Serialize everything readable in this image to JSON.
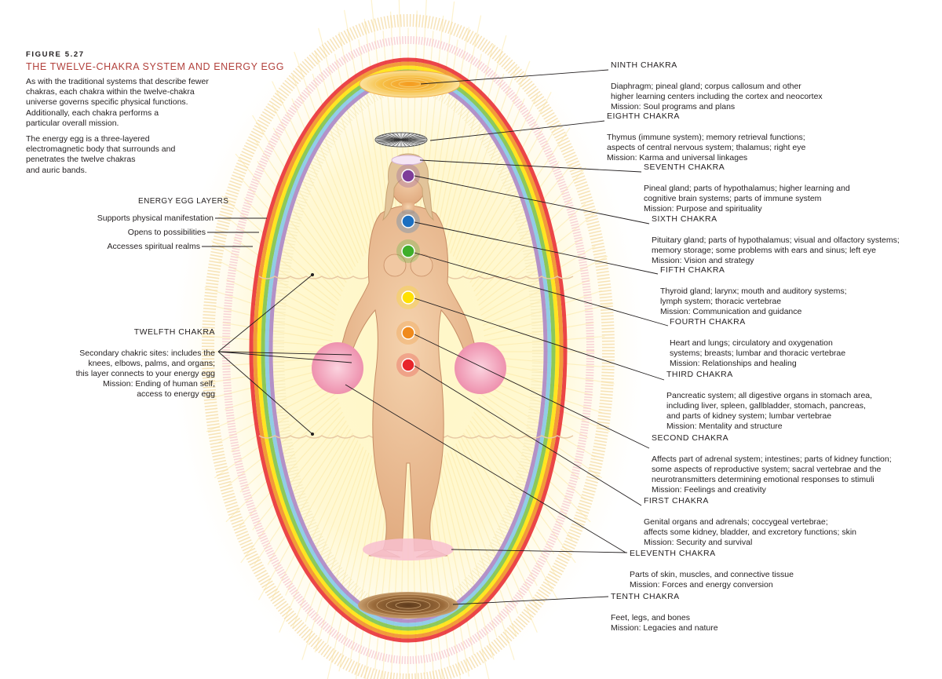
{
  "figure": {
    "label": "FIGURE 5.27",
    "title": "THE TWELVE-CHAKRA SYSTEM AND ENERGY EGG",
    "intro_1": "As with the traditional systems that describe fewer\nchakras, each chakra within the twelve-chakra\nuniverse governs specific physical functions.\nAdditionally, each chakra performs a\nparticular overall mission.",
    "intro_2": "The energy egg is a three-layered\nelectromagnetic body that surrounds and\npenetrates the twelve chakras\nand auric bands."
  },
  "egg_layers": {
    "heading": "ENERGY EGG LAYERS",
    "items": [
      "Supports physical manifestation",
      "Opens to possibilities",
      "Accesses spiritual realms"
    ]
  },
  "chakras": [
    {
      "id": "ninth",
      "title": "NINTH CHAKRA",
      "body": "Diaphragm; pineal gland; corpus callosum and other\nhigher learning centers including the cortex and neocortex\nMission: Soul programs and plans"
    },
    {
      "id": "eighth",
      "title": "EIGHTH CHAKRA",
      "body": "Thymus (immune system); memory retrieval functions;\naspects of central nervous system; thalamus; right eye\nMission: Karma and universal linkages"
    },
    {
      "id": "seventh",
      "title": "SEVENTH CHAKRA",
      "body": "Pineal gland; parts of hypothalamus; higher learning and\ncognitive brain systems; parts of immune system\nMission: Purpose and spirituality"
    },
    {
      "id": "sixth",
      "title": "SIXTH CHAKRA",
      "body": "Pituitary gland; parts of hypothalamus; visual and olfactory systems;\nmemory storage; some problems with ears and sinus; left eye\nMission: Vision and strategy"
    },
    {
      "id": "fifth",
      "title": "FIFTH CHAKRA",
      "body": "Thyroid gland; larynx; mouth and auditory systems;\nlymph system; thoracic vertebrae\nMission: Communication and guidance"
    },
    {
      "id": "fourth",
      "title": "FOURTH CHAKRA",
      "body": "Heart and lungs; circulatory and oxygenation\nsystems; breasts; lumbar and thoracic vertebrae\nMission: Relationships and healing"
    },
    {
      "id": "third",
      "title": "THIRD CHAKRA",
      "body": "Pancreatic system; all digestive organs in stomach area,\nincluding liver, spleen, gallbladder, stomach, pancreas,\nand parts of kidney system; lumbar vertebrae\nMission: Mentality and structure"
    },
    {
      "id": "second",
      "title": "SECOND CHAKRA",
      "body": "Affects part of adrenal system; intestines; parts of kidney function;\nsome aspects of reproductive system; sacral vertebrae and the\nneurotransmitters determining emotional responses to stimuli\nMission: Feelings and creativity"
    },
    {
      "id": "first",
      "title": "FIRST CHAKRA",
      "body": "Genital organs and adrenals; coccygeal vertebrae;\naffects some kidney, bladder, and excretory functions; skin\nMission: Security and survival"
    },
    {
      "id": "eleventh",
      "title": "ELEVENTH CHAKRA",
      "body": "Parts of skin, muscles, and connective tissue\nMission: Forces and energy conversion"
    },
    {
      "id": "tenth",
      "title": "TENTH CHAKRA",
      "body": "Feet, legs, and bones\nMission: Legacies and nature"
    },
    {
      "id": "twelfth",
      "title": "TWELFTH CHAKRA",
      "body": "Secondary chakric sites: includes the\nknees, elbows, palms, and organs;\nthis layer connects to your energy egg\nMission: Ending of human self,\naccess to energy egg"
    }
  ],
  "colors": {
    "title_red": "#b2413c",
    "skin": "#f2c9a0",
    "root": "#e8242b",
    "sacral": "#f08a1c",
    "solar": "#ffe000",
    "heart": "#3fae2a",
    "throat": "#1c6fc0",
    "third_eye": "#7e3e9a",
    "crown": "#f5e6f5",
    "hand_pink": "#f3a7bd",
    "rainbow": [
      "#e8242b",
      "#f08a1c",
      "#ffe000",
      "#78c043",
      "#7ec6e8",
      "#a67fc4"
    ]
  }
}
